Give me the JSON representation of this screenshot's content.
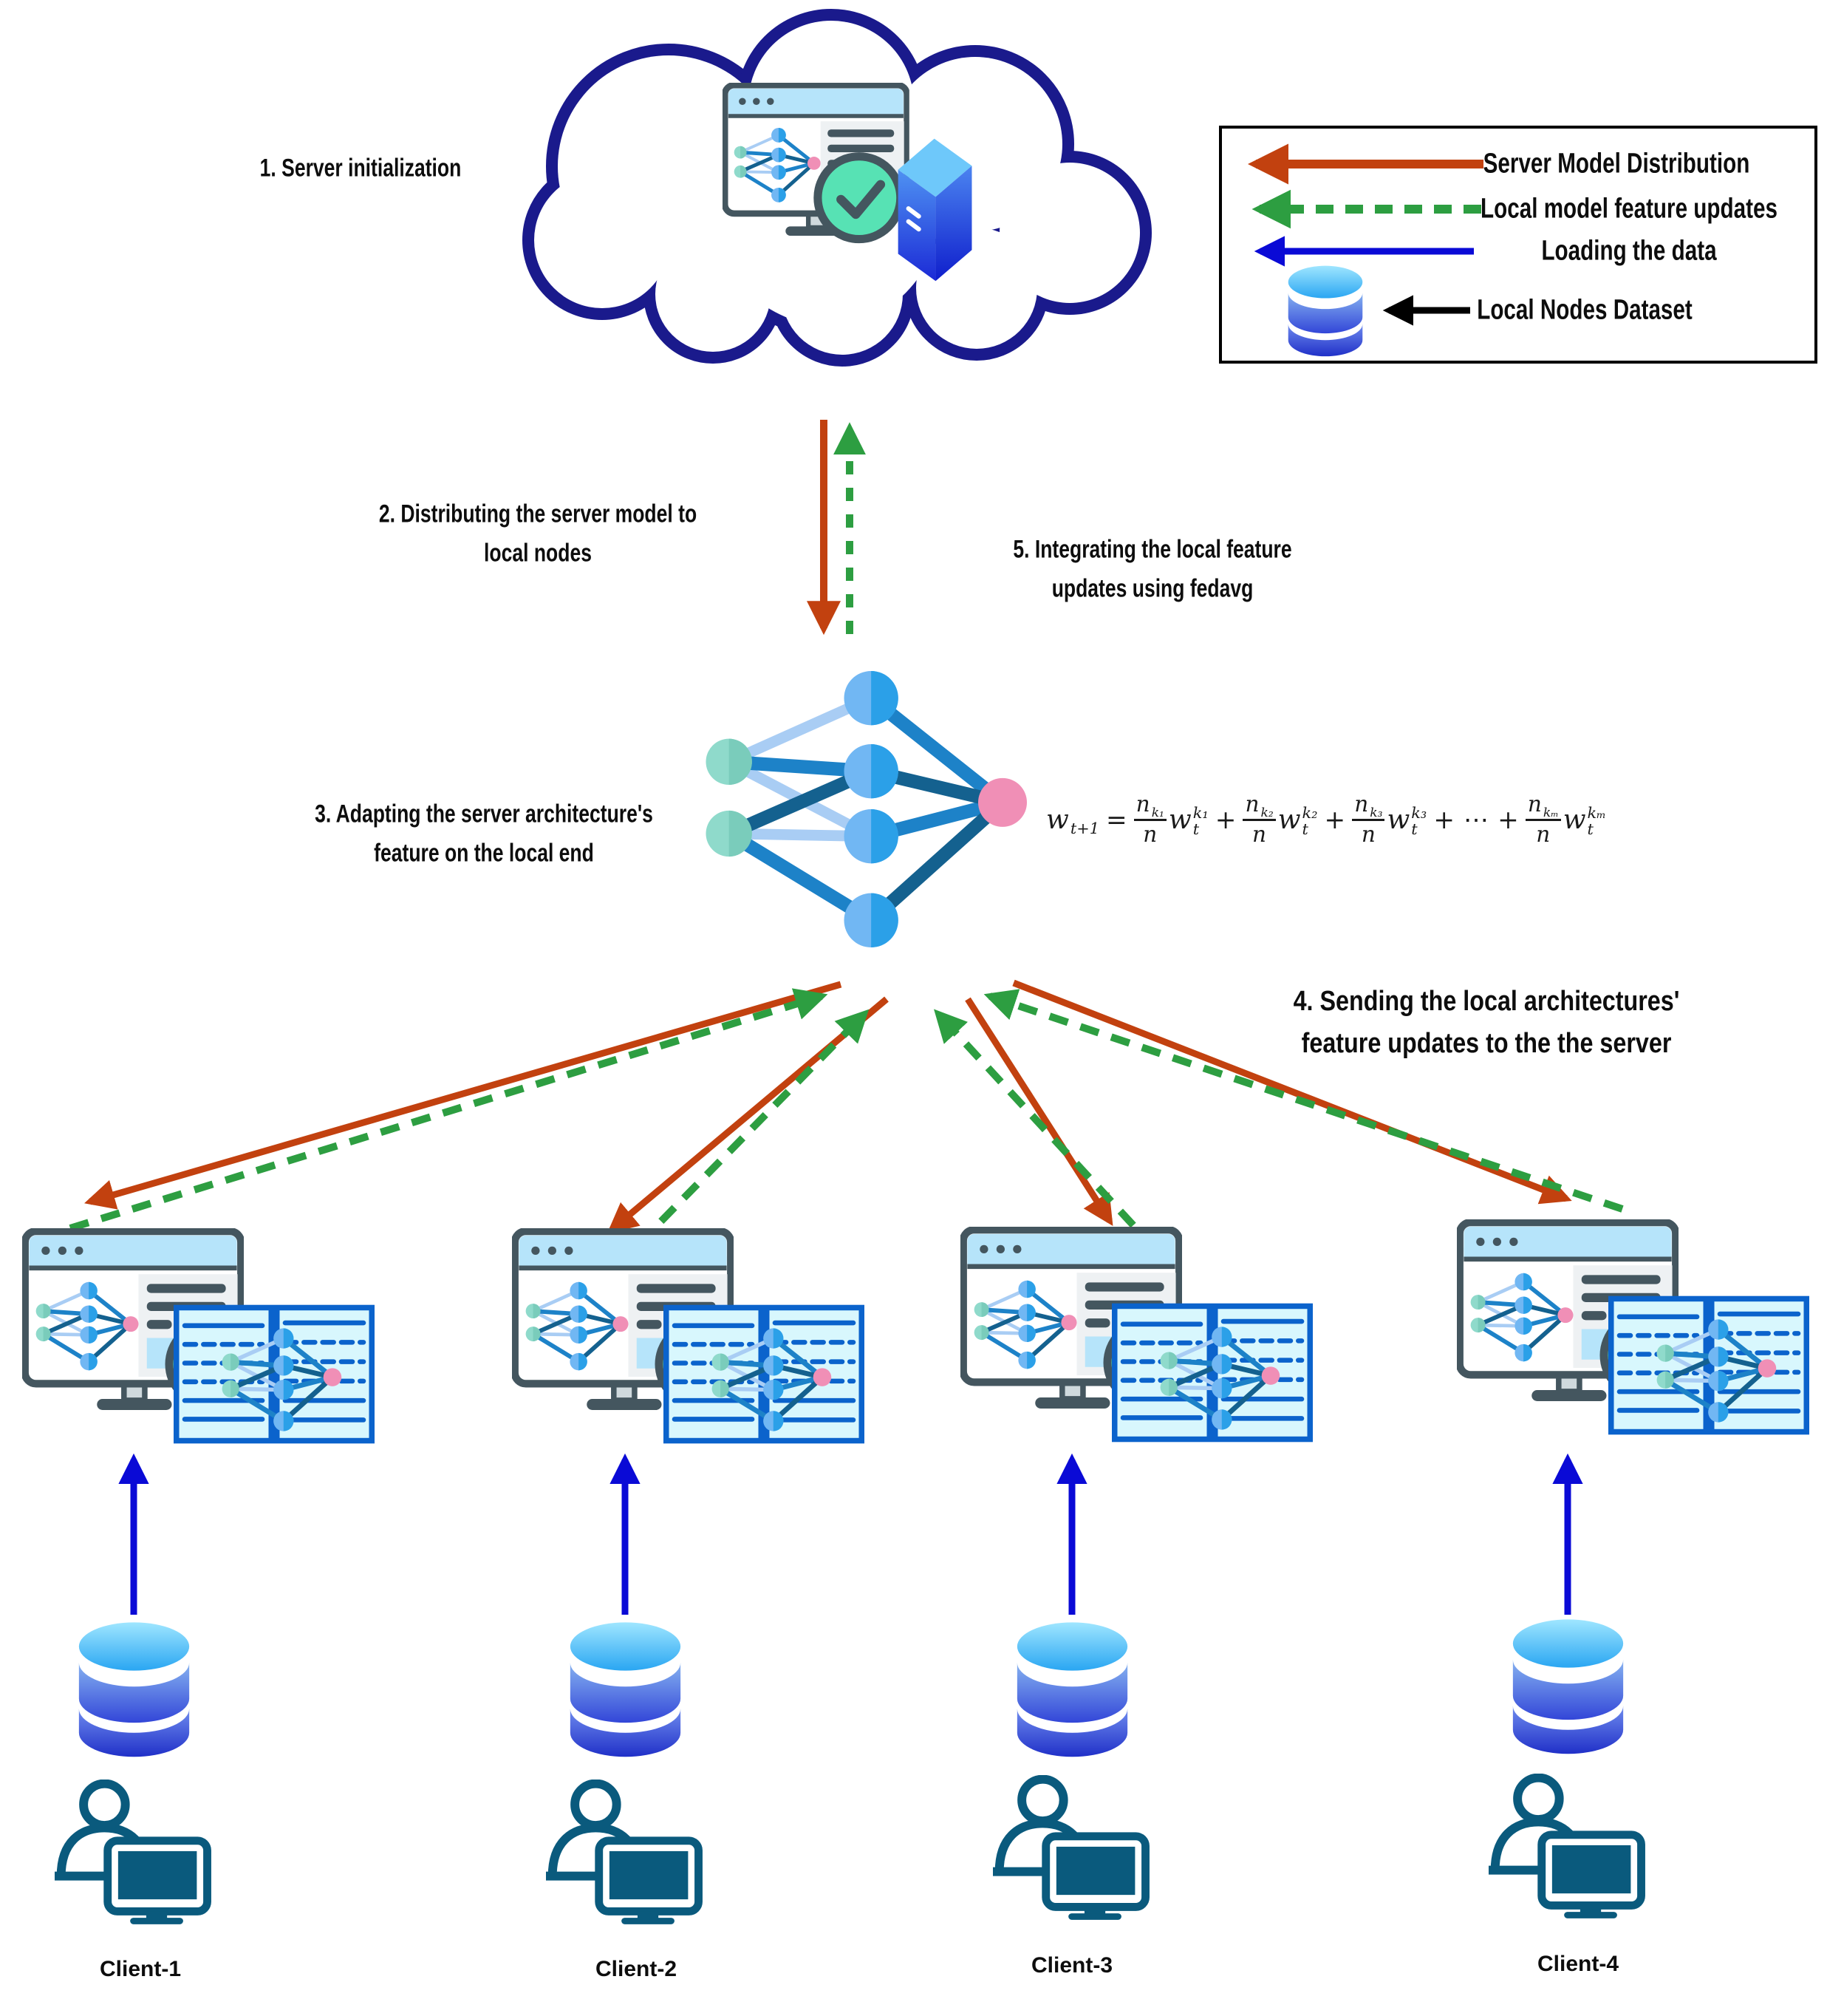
{
  "steps": {
    "step1": "1. Server initialization",
    "step2_line1": "2. Distributing the server model to",
    "step2_line2": "local nodes",
    "step3_line1": "3. Adapting the server architecture's",
    "step3_line2": "feature on the local end",
    "step4_line1": "4. Sending the local architectures'",
    "step4_line2": "feature updates to the the server",
    "step5_line1": "5. Integrating the local feature",
    "step5_line2": "updates using fedavg"
  },
  "legend": {
    "items": [
      {
        "label": "Server Model Distribution",
        "icon": "red-solid-arrow",
        "color": "#c2410f"
      },
      {
        "label": "Local model feature updates",
        "icon": "green-dashed-arrow",
        "color": "#2d9e41"
      },
      {
        "label": "Loading the data",
        "icon": "blue-solid-arrow",
        "color": "#0a0ad6"
      },
      {
        "label": "Local Nodes Dataset",
        "icon": "database-cylinder",
        "color": "#000000"
      }
    ]
  },
  "clients": [
    {
      "label": "Client-1"
    },
    {
      "label": "Client-2"
    },
    {
      "label": "Client-3"
    },
    {
      "label": "Client-4"
    }
  ],
  "formula": {
    "lhs_base": "w",
    "lhs_sub": "t+1",
    "relation": "=",
    "plus": "+",
    "ellipsis": "⋯",
    "terms": [
      {
        "num_base": "n",
        "num_sub": "k₁",
        "den": "n",
        "w_base": "w",
        "w_sub": "t",
        "w_sup": "k₁"
      },
      {
        "num_base": "n",
        "num_sub": "k₂",
        "den": "n",
        "w_base": "w",
        "w_sub": "t",
        "w_sup": "k₂"
      },
      {
        "num_base": "n",
        "num_sub": "k₃",
        "den": "n",
        "w_base": "w",
        "w_sub": "t",
        "w_sup": "k₃"
      },
      {
        "num_base": "n",
        "num_sub": "kₘ",
        "den": "n",
        "w_base": "w",
        "w_sub": "t",
        "w_sup": "kₘ"
      }
    ]
  },
  "icons": {
    "cloud": "cloud-outline",
    "server": "monitor-with-neural-network-checkmark-and-tower",
    "neural_network": "neural-network-graph",
    "client": "workstation-with-model-panels",
    "database": "database-cylinder",
    "user": "person-at-computer"
  },
  "colors": {
    "cloud_outline": "#1a1a8c",
    "server_model_distribution": "#c2410f",
    "local_feature_updates": "#2d9e41",
    "loading_data": "#0a0ad6",
    "dataset_arrow": "#000000",
    "node_teal": "#8fdacb",
    "node_blue": "#2ba0e8",
    "node_pink": "#f08fb6",
    "monitor_frame": "#44565f",
    "panel_blue": "#0b63cc",
    "person_teal": "#0a5a7d"
  }
}
